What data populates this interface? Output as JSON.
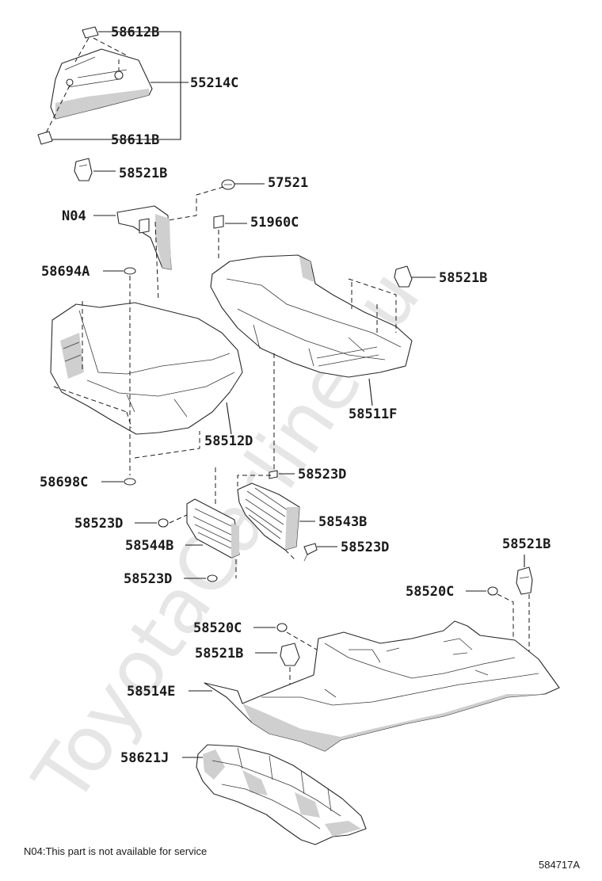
{
  "watermark": "ToyotaCarline.ru",
  "callouts": {
    "p58612B": "58612B",
    "p55214C": "55214C",
    "p58611B": "58611B",
    "p58521B_a": "58521B",
    "p57521": "57521",
    "pN04": "N04",
    "p51960C": "51960C",
    "p58694A": "58694A",
    "p58521B_b": "58521B",
    "p58511F": "58511F",
    "p58512D": "58512D",
    "p58698C": "58698C",
    "p58523D_a": "58523D",
    "p58543B": "58543B",
    "p58523D_b": "58523D",
    "p58544B": "58544B",
    "p58523D_c": "58523D",
    "p58523D_d": "58523D",
    "p58521B_c": "58521B",
    "p58520C_a": "58520C",
    "p58520C_b": "58520C",
    "p58521B_d": "58521B",
    "p58514E": "58514E",
    "p58621J": "58621J"
  },
  "footnote": "N04:This part is not available for service",
  "diagram_id": "584717A"
}
